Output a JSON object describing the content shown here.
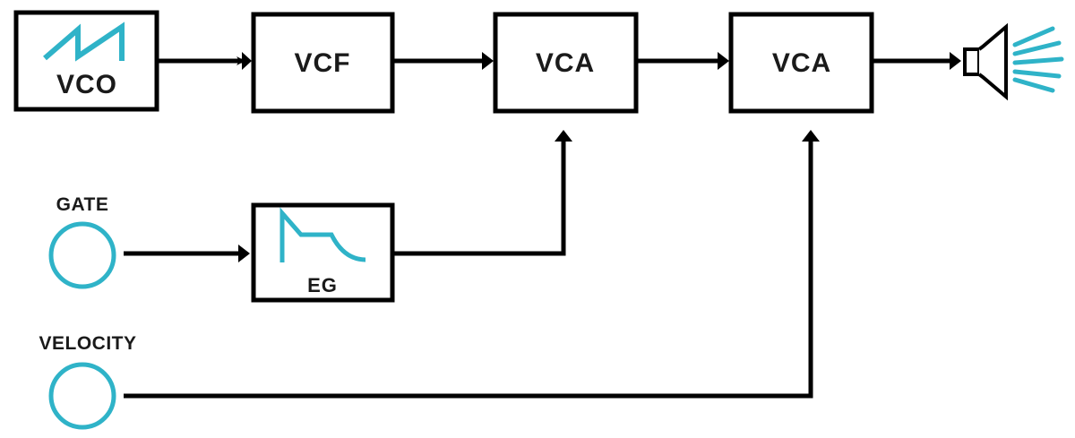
{
  "diagram": {
    "title": "Synthesizer signal flow",
    "colors": {
      "accent": "#2fb3c8",
      "stroke": "#000000",
      "text": "#1a1a1a"
    },
    "blocks": {
      "vco": {
        "label": "VCO",
        "icon": "sawtooth-wave-icon"
      },
      "vcf": {
        "label": "VCF"
      },
      "vca1": {
        "label": "VCA"
      },
      "vca2": {
        "label": "VCA"
      },
      "eg": {
        "label": "EG",
        "icon": "envelope-adsr-icon"
      }
    },
    "inputs": {
      "gate": {
        "label": "GATE"
      },
      "velocity": {
        "label": "VELOCITY"
      }
    },
    "output": {
      "icon": "speaker-icon"
    },
    "connections": [
      {
        "from": "VCO",
        "to": "VCF"
      },
      {
        "from": "VCF",
        "to": "VCA"
      },
      {
        "from": "VCA",
        "to": "VCA"
      },
      {
        "from": "VCA",
        "to": "speaker"
      },
      {
        "from": "GATE",
        "to": "EG"
      },
      {
        "from": "EG",
        "to": "VCA (1)"
      },
      {
        "from": "VELOCITY",
        "to": "VCA (2)"
      }
    ]
  }
}
